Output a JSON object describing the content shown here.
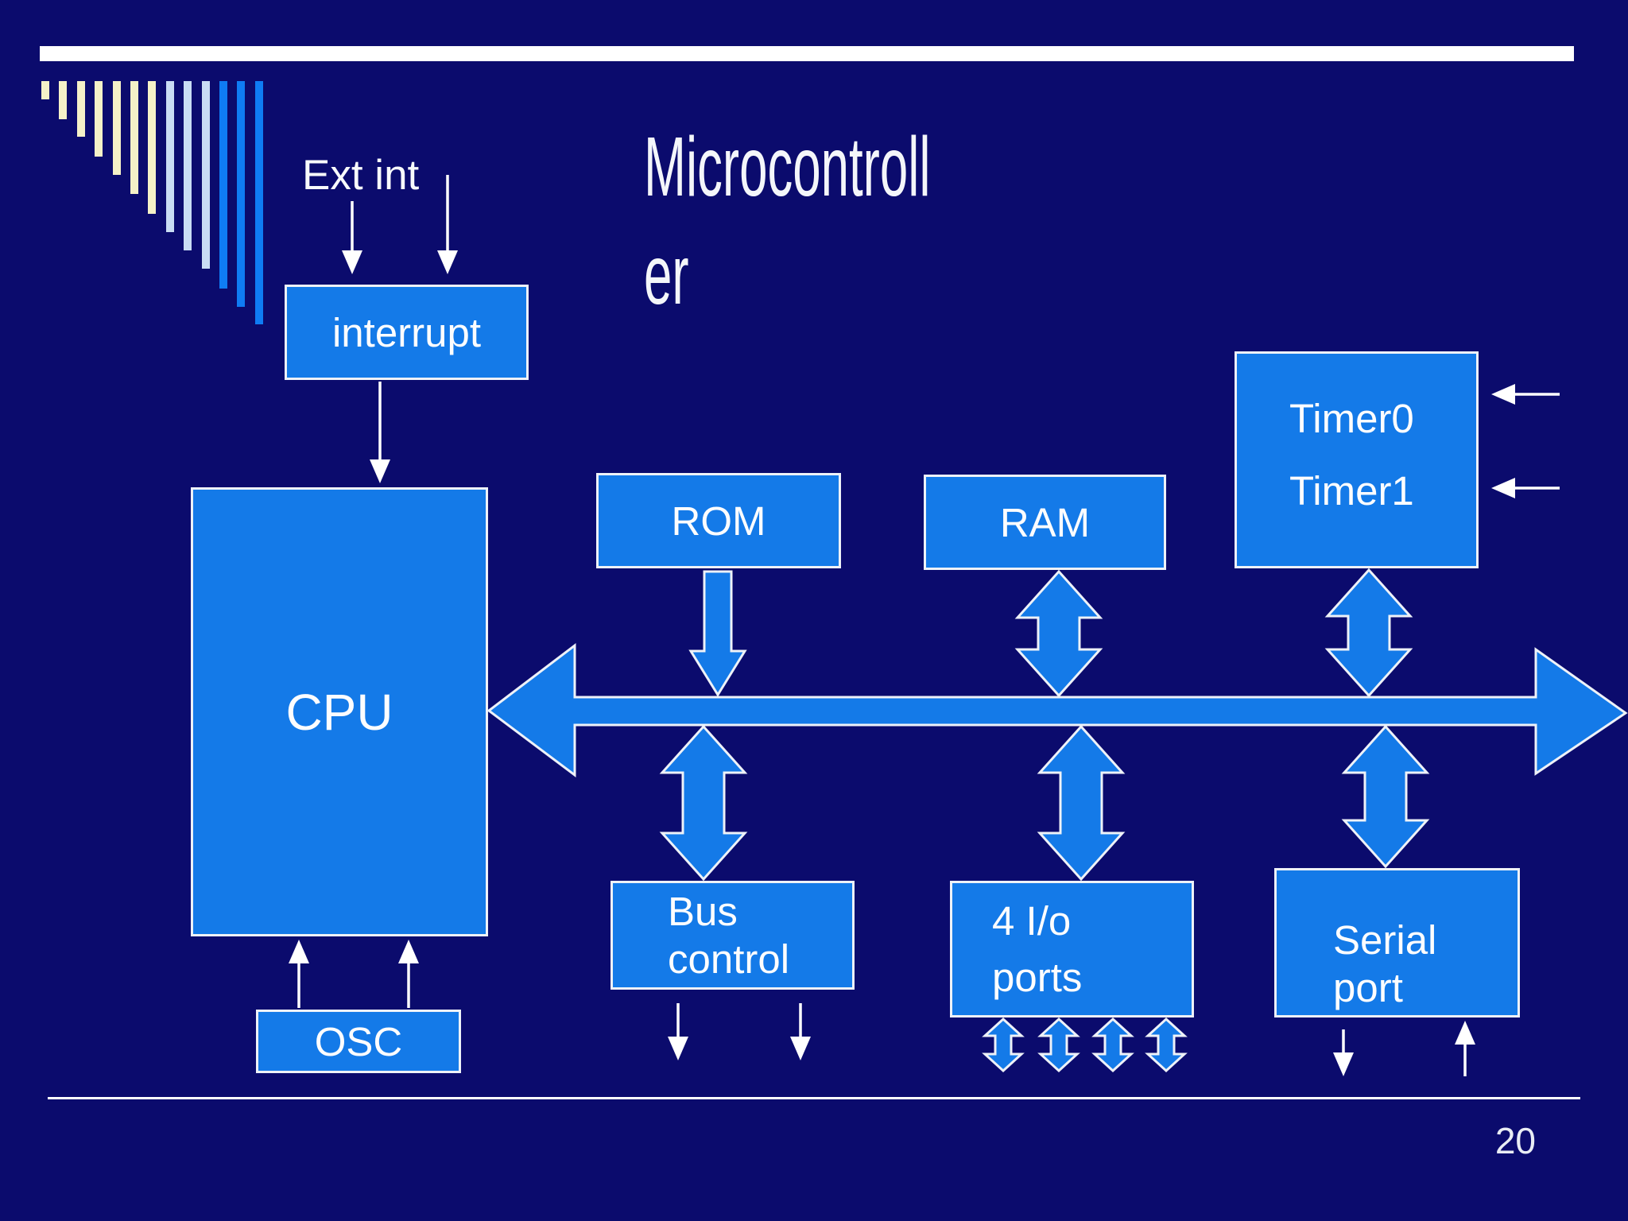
{
  "title": {
    "line1": "Microcontroll",
    "line2": "er"
  },
  "annotations": {
    "ext_int": "Ext int"
  },
  "blocks": {
    "interrupt": {
      "label": "interrupt"
    },
    "cpu": {
      "label": "CPU"
    },
    "rom": {
      "label": "ROM"
    },
    "ram": {
      "label": "RAM"
    },
    "timers": {
      "label_line1": "Timer0",
      "label_line2": "Timer1"
    },
    "bus_control": {
      "label_line1": "Bus",
      "label_line2": "control"
    },
    "io_ports": {
      "label_line1": "4 I/o",
      "label_line2": "ports"
    },
    "serial_port": {
      "label_line1": "Serial",
      "label_line2": "port"
    },
    "osc": {
      "label": "OSC"
    }
  },
  "page": {
    "number": "20"
  },
  "colors": {
    "bg": "#0b0b6d",
    "box_fill": "#147ae8",
    "box_border": "#eef2f8",
    "white": "#ffffff",
    "stripe_colors": [
      "#f5f1c8",
      "#f5f1c8",
      "#f5f1c8",
      "#f5f1c8",
      "#f5f1c8",
      "#f5f1c8",
      "#f5f1c8",
      "#c9dcf4",
      "#c9dcf4",
      "#c9dcf4",
      "#0f7cf4",
      "#0f7cf4",
      "#0f7cf4"
    ]
  }
}
